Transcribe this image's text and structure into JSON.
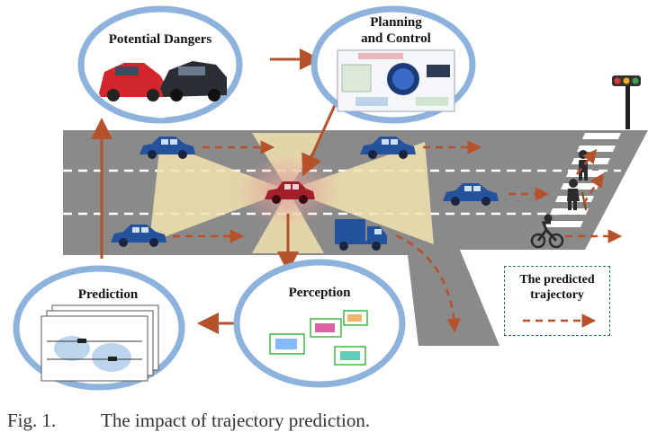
{
  "nodes": {
    "potential_dangers": "Potential Dangers",
    "planning_control_line1": "Planning",
    "planning_control_line2": "and Control",
    "prediction": "Prediction",
    "perception": "Perception"
  },
  "legend": {
    "line1": "The predicted",
    "line2": "trajectory"
  },
  "caption": {
    "number": "Fig. 1.",
    "text": "The impact of trajectory prediction."
  },
  "colors": {
    "road": "#8a8a8a",
    "arrow": "#b5522a",
    "car": "#25529c",
    "ego_car": "#a3202a",
    "ring": "#7aa6d6",
    "sensor_fan": "#f3e3b0",
    "legend_border": "#2c6b73"
  }
}
